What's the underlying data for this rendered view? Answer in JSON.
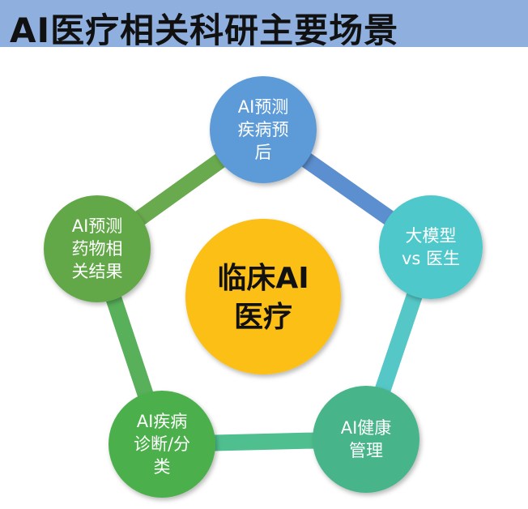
{
  "title": "AI医疗相关科研主要场景",
  "center": {
    "lines": [
      "临床AI",
      "医疗"
    ],
    "color": "#fbbf16"
  },
  "nodes": [
    {
      "id": "prognosis",
      "lines": [
        "AI预测",
        "疾病预",
        "后"
      ],
      "color": "#5b9ad8"
    },
    {
      "id": "llm-vs-doctor",
      "lines": [
        "大模型",
        "vs 医生"
      ],
      "color": "#4fc8cc"
    },
    {
      "id": "health-management",
      "lines": [
        "AI健康",
        "管理"
      ],
      "color": "#47b48a"
    },
    {
      "id": "diagnosis-classification",
      "lines": [
        "AI疾病",
        "诊断/分",
        "类"
      ],
      "color": "#4cb04c"
    },
    {
      "id": "drug-outcome",
      "lines": [
        "AI预测",
        "药物相",
        "关结果"
      ],
      "color": "#62a84a"
    }
  ],
  "ring_segments": [
    {
      "from": "prognosis",
      "to": "llm-vs-doctor",
      "color": "#5c8fcf"
    },
    {
      "from": "llm-vs-doctor",
      "to": "health-management",
      "color": "#55c7c6"
    },
    {
      "from": "health-management",
      "to": "diagnosis-classification",
      "color": "#4fbf8f"
    },
    {
      "from": "diagnosis-classification",
      "to": "drug-outcome",
      "color": "#58b05a"
    },
    {
      "from": "drug-outcome",
      "to": "prognosis",
      "color": "#6aaa4e"
    }
  ]
}
